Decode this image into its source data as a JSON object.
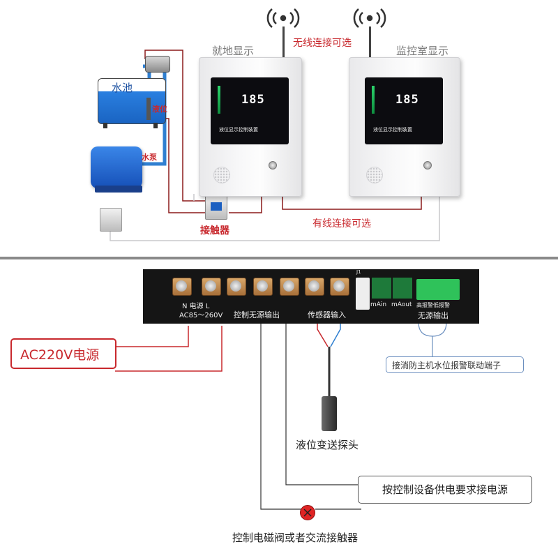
{
  "top": {
    "local_display_label": "就地显示",
    "monitor_room_label": "监控室显示",
    "wireless_label": "无线连接可选",
    "wired_label": "有线连接可选",
    "pool_label": "水池",
    "level_label": "液位",
    "pump_label": "水泵",
    "contactor_label": "接触器",
    "lcd_value": "185",
    "device_caption": "液位显示控制装置"
  },
  "bottom": {
    "power_terminal_label": "N 电源 L",
    "power_range_label": "AC85～260V",
    "control_output_label": "控制无源输出",
    "sensor_input_label": "传感器输入",
    "ain_label": "mAin",
    "aout_label": "mAout",
    "alarm_label": "高报警低报警",
    "passive_output_label": "无源输出",
    "j1_label": "J1",
    "ac220_label": "AC220V电源",
    "fire_host_label": "接消防主机水位报警联动端子",
    "probe_label": "液位变送探头",
    "supply_label": "按控制设备供电要求接电源",
    "valve_label": "控制电磁阀或者交流接触器"
  },
  "colors": {
    "wire_red": "#8b1a1a",
    "wire_blue": "#2f7fd1",
    "label_red": "#c8282d",
    "divider": "#8a8a8a"
  }
}
